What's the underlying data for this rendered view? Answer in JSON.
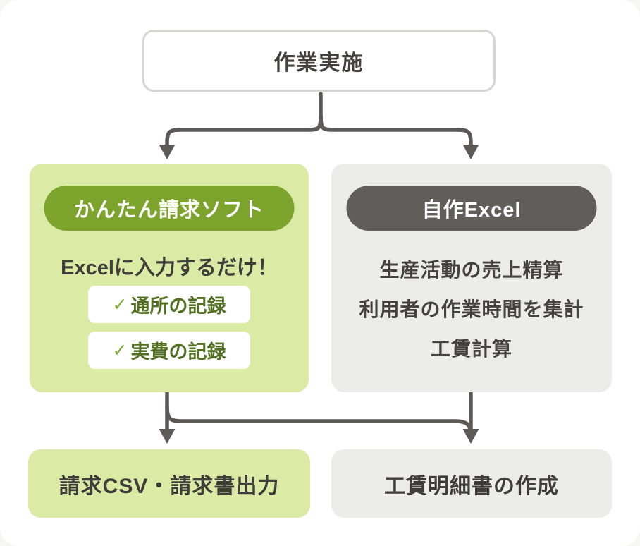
{
  "flowchart": {
    "root": {
      "label": "作業実施"
    },
    "left_branch": {
      "badge": "かんたん請求ソフト",
      "headline": "Excelに入力するだけ！",
      "items": [
        {
          "icon": "check-icon",
          "label": "通所の記録"
        },
        {
          "icon": "check-icon",
          "label": "実費の記録"
        }
      ],
      "result": "請求CSV・請求書出力"
    },
    "right_branch": {
      "badge": "自作Excel",
      "tasks": [
        "生産活動の売上精算",
        "利用者の作業時間を集計",
        "工賃計算"
      ],
      "result": "工賃明細書の作成"
    }
  },
  "icons": {
    "check_glyph": "✓"
  },
  "colors": {
    "green_panel": "#dbeba5",
    "green_pill": "#7ca32c",
    "green_item_text": "#527122",
    "check_green": "#79a72e",
    "gray_panel": "#ececea",
    "gray_pill": "#605e5b",
    "text_dark": "#434240",
    "arrow_gray": "#5b5a57",
    "top_box_border": "#d5d5d3"
  }
}
